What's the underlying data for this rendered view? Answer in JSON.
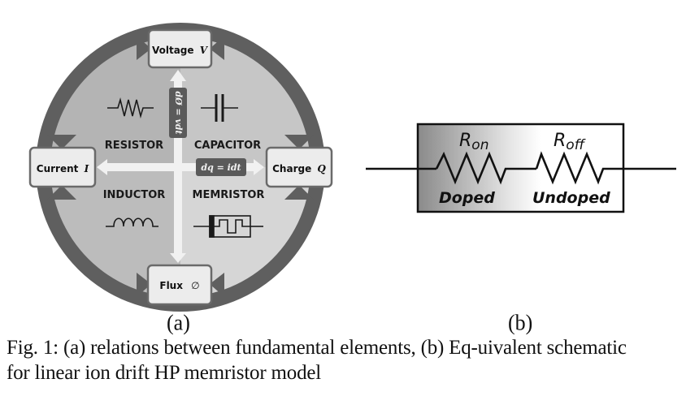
{
  "figure_a": {
    "nodes": {
      "voltage": {
        "label": "Voltage",
        "symbol": "V"
      },
      "current": {
        "label": "Current",
        "symbol": "I"
      },
      "charge": {
        "label": "Charge",
        "symbol": "Q"
      },
      "flux": {
        "label": "Flux",
        "symbol": "∅"
      }
    },
    "quadrants": {
      "resistor": "RESISTOR",
      "capacitor": "CAPACITOR",
      "inductor": "INDUCTOR",
      "memristor": "MEMRISTOR"
    },
    "equations": {
      "vertical": "dØ = vdt",
      "horizontal": "dq = idt"
    },
    "sublabel": "(a)"
  },
  "figure_b": {
    "resistor_left": {
      "main": "R",
      "sub": "on",
      "region": "Doped"
    },
    "resistor_right": {
      "main": "R",
      "sub": "off",
      "region": "Undoped"
    },
    "sublabel": "(b)"
  },
  "caption": {
    "line1": "Fig. 1: (a) relations between fundamental elements, (b) Eq-uivalent schematic",
    "line2": "for linear ion drift HP memristor model"
  },
  "colors": {
    "ring": "#5f5f5f",
    "disk_dark": "#b7b7b7",
    "disk_light": "#d2d2d2",
    "box_fill": "#ececec",
    "box_stroke": "#6a6a6a",
    "arrow": "#f1f1f1",
    "eq_badge": "#5a5a5a"
  }
}
